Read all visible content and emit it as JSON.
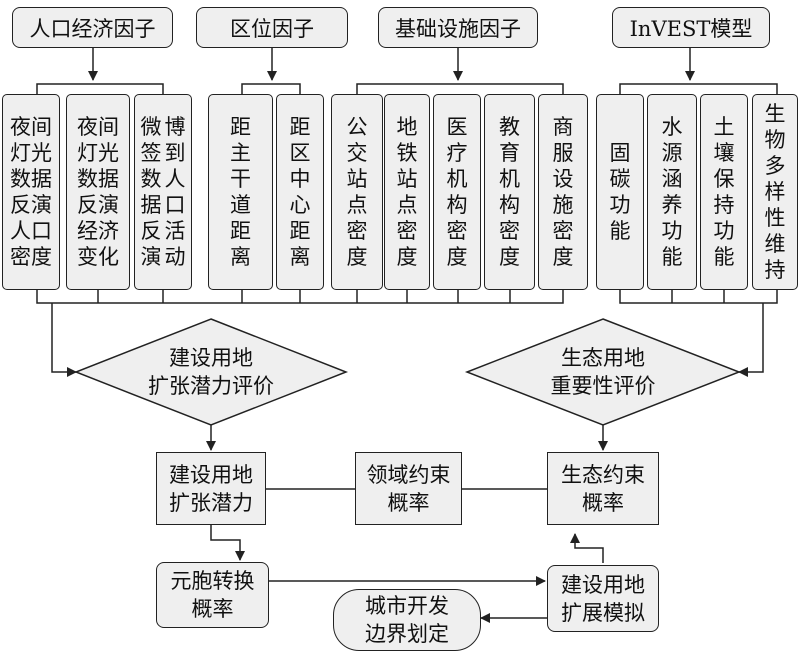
{
  "headers": {
    "socio": "人口经济因子",
    "location": "区位因子",
    "infra": "基础设施因子",
    "invest": "InVEST模型"
  },
  "factors": {
    "night_pop": "夜间灯光数据反演人口密度",
    "night_econ": "夜间灯光数据反演经济变化",
    "weibo": [
      "微签数据反演",
      "博到人口活动"
    ],
    "road_dist": "距主干道距离",
    "center_dist": "距区中心距离",
    "bus": "公交站点密度",
    "metro": "地铁站点密度",
    "medical": "医疗机构密度",
    "education": "教育机构密度",
    "commerce": "商服设施密度",
    "carbon": "固碳功能",
    "water": "水源涵养功能",
    "soil": "土壤保持功能",
    "biodiv": "生物多样性维持"
  },
  "diamonds": {
    "construction_eval": "建设用地\n扩张潜力评价",
    "eco_eval": "生态用地\n重要性评价"
  },
  "middle": {
    "construction_potential": "建设用地\n扩张潜力",
    "domain_constraint": "领域约束\n概率",
    "eco_constraint": "生态约束\n概率"
  },
  "bottom": {
    "ca_probability": "元胞转换\n概率",
    "expansion_sim": "建设用地\n扩展模拟",
    "boundary": "城市开发\n边界划定"
  }
}
